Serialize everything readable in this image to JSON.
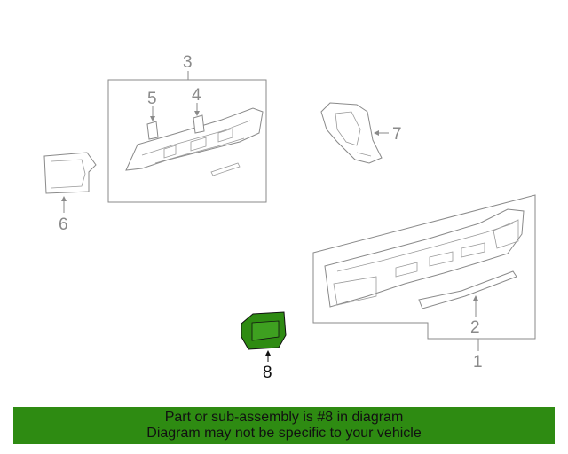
{
  "diagram": {
    "callouts": [
      {
        "id": "1",
        "label": "1"
      },
      {
        "id": "2",
        "label": "2"
      },
      {
        "id": "3",
        "label": "3"
      },
      {
        "id": "4",
        "label": "4"
      },
      {
        "id": "5",
        "label": "5"
      },
      {
        "id": "6",
        "label": "6"
      },
      {
        "id": "7",
        "label": "7"
      },
      {
        "id": "8",
        "label": "8"
      }
    ],
    "highlighted_part": "8",
    "colors": {
      "line": "#8a8a8a",
      "highlight_fill": "#2e8b12",
      "highlight_text": "#111111",
      "banner": "#2e8b12"
    }
  },
  "banner": {
    "line1": "Part or sub-assembly is #8 in diagram",
    "line2": "Diagram may not be specific to your vehicle"
  }
}
